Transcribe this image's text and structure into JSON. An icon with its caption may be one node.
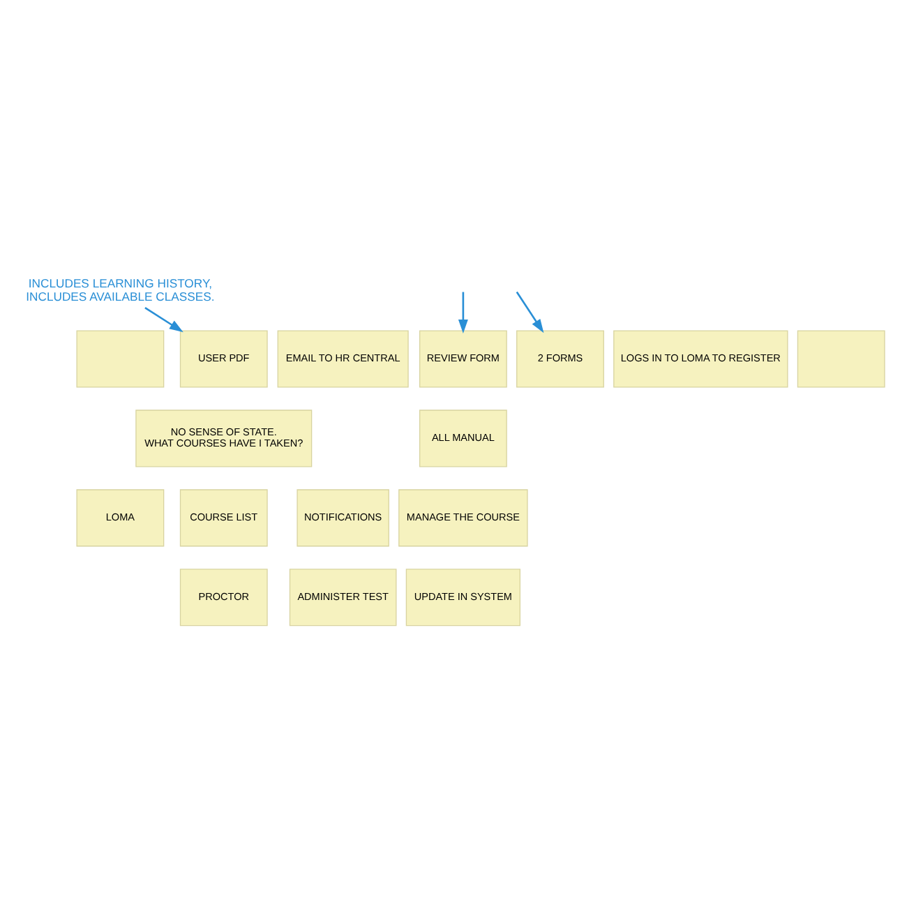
{
  "diagram": {
    "nodes": [
      {
        "text": [
          "INCLUDES LEARNING HISTORY,",
          "INCLUDES AVAILABLE CLASSES."
        ]
      },
      {
        "text": [],
        "shape": "box"
      },
      {
        "text": [
          "USER PDF"
        ]
      },
      {
        "text": [
          "EMAIL TO HR CENTRAL"
        ]
      },
      {
        "text": [
          "REVIEW FORM"
        ]
      },
      {
        "text": [
          "2 FORMS"
        ]
      },
      {
        "text": [
          "LOGS IN TO LOMA TO REGISTER"
        ]
      },
      {
        "text": [],
        "shape": "box"
      },
      {
        "text": [
          "NO SENSE OF STATE.",
          "WHAT COURSES HAVE I TAKEN?"
        ]
      },
      {
        "text": [
          "ALL MANUAL"
        ]
      },
      {
        "text": [
          "LOMA"
        ]
      },
      {
        "text": [
          "COURSE LIST"
        ]
      },
      {
        "text": [
          "NOTIFICATIONS"
        ]
      },
      {
        "text": [
          "MANAGE THE COURSE"
        ]
      },
      {
        "text": [
          "PROCTOR"
        ]
      },
      {
        "text": [
          "ADMINISTER TEST"
        ]
      },
      {
        "text": [
          "UPDATE IN SYSTEM"
        ]
      }
    ],
    "edges": [
      {
        "from": 0,
        "to": 2,
        "arrow": "to"
      },
      {
        "from": null,
        "to": 4,
        "arrow": "to"
      },
      {
        "from": null,
        "to": 5,
        "arrow": "to"
      }
    ]
  }
}
